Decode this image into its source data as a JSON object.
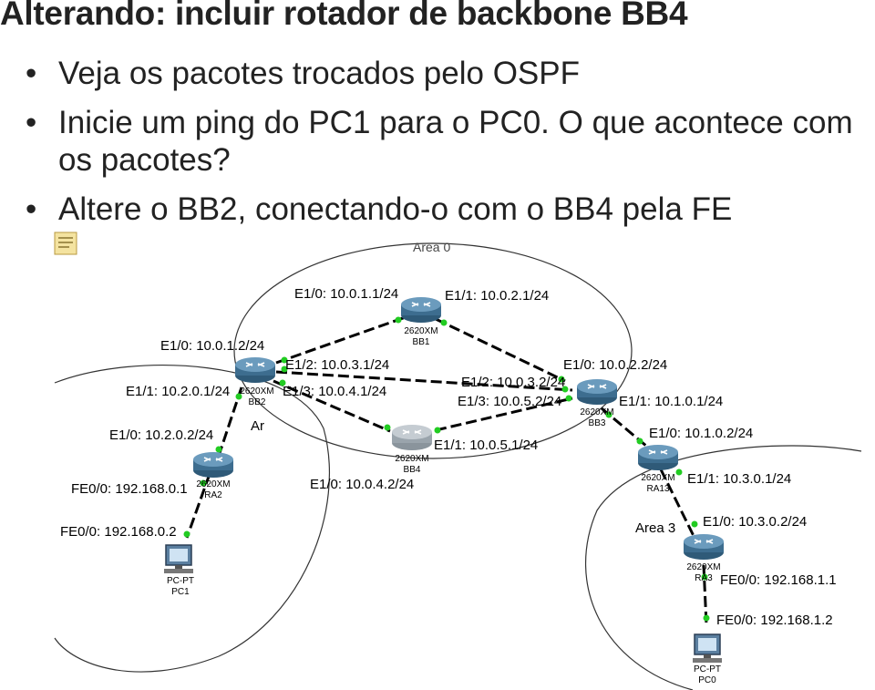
{
  "title": "Alterando: incluir rotador de backbone BB4",
  "bullets": [
    "Veja os pacotes trocados pelo OSPF",
    "Inicie um ping do PC1 para o PC0. O que acontece com os pacotes?",
    "Altere o BB2, conectando-o com o BB4 pela FE"
  ],
  "areas": {
    "area0": "Area 0",
    "area1": "Ar",
    "area3": "Area 3"
  },
  "devices": {
    "bb1": {
      "model": "2620XM",
      "name": "BB1"
    },
    "bb2": {
      "model": "2620XM",
      "name": "BB2"
    },
    "bb3": {
      "model": "2620XM",
      "name": "BB3"
    },
    "bb4": {
      "model": "2620XM",
      "name": "BB4"
    },
    "ra2": {
      "model": "2620XM",
      "name": "RA2"
    },
    "ra13": {
      "model": "2620XM",
      "name": "RA13"
    },
    "ra3": {
      "model": "2620XM",
      "name": "RA3"
    },
    "pc1": {
      "model": "PC-PT",
      "name": "PC1"
    },
    "pc0": {
      "model": "PC-PT",
      "name": "PC0"
    }
  },
  "interfaces": {
    "bb1_e10": "E1/0: 10.0.1.1/24",
    "bb1_e11": "E1/1: 10.0.2.1/24",
    "bb2_e10": "E1/0: 10.0.1.2/24",
    "bb2_e12": "E1/2: 10.0.3.1/24",
    "bb2_e13": "E1/3: 10.0.4.1/24",
    "bb2_e11": "E1/1: 10.2.0.1/24",
    "bb3_e10": "E1/0: 10.0.2.2/24",
    "bb3_e12": "E1/2: 10.0.3.2/24",
    "bb3_e13": "E1/3: 10.0.5.2/24",
    "bb3_e11": "E1/1: 10.1.0.1/24",
    "bb4_e11": "E1/1: 10.0.5.1/24",
    "bb4_e10": "E1/0: 10.0.4.2/24",
    "ra2_e10": "E1/0: 10.2.0.2/24",
    "ra2_fe00": "FE0/0: 192.168.0.1",
    "pc1_fe00": "FE0/0: 192.168.0.2",
    "ra13_e10": "E1/0: 10.1.0.2/24",
    "ra13_e11": "E1/1: 10.3.0.1/24",
    "ra3_e10": "E1/0: 10.3.0.2/24",
    "ra3_fe00": "FE0/0: 192.168.1.1",
    "pc0_fe00": "FE0/0: 192.168.1.2"
  },
  "colors": {
    "router_body": "#4a7a9c",
    "link_up": "#22cc22",
    "link_line": "#000000"
  }
}
